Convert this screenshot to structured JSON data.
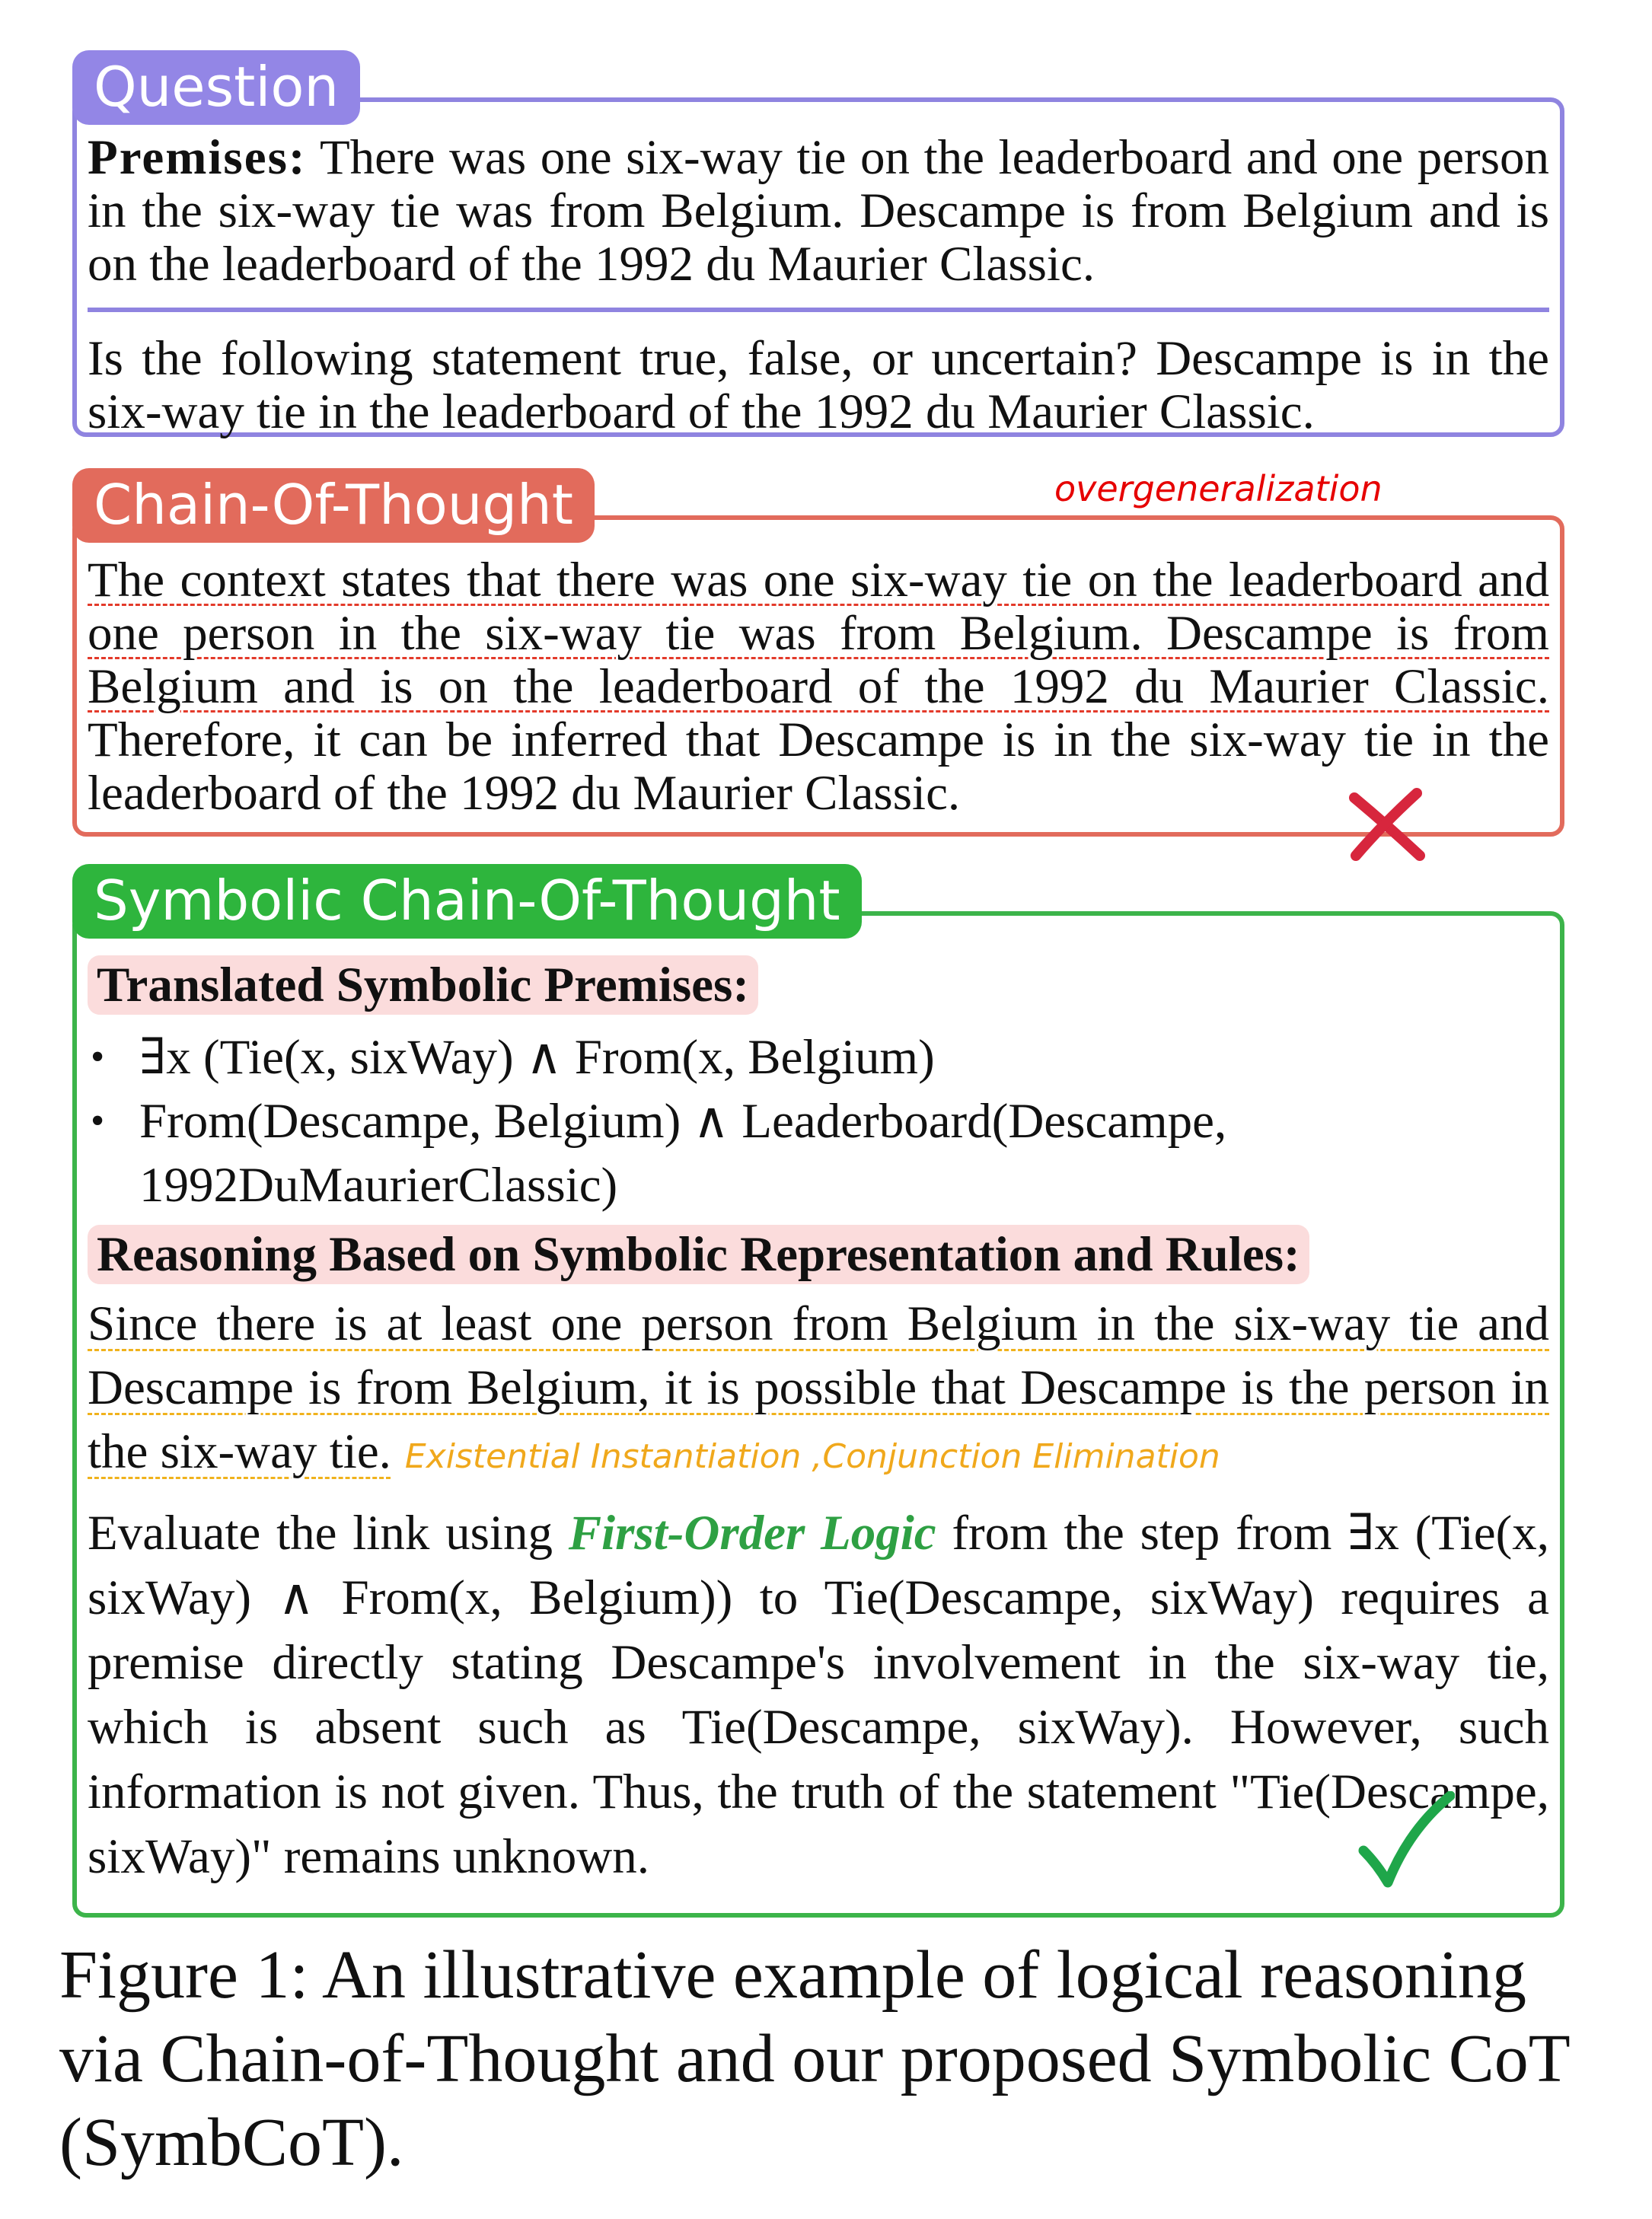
{
  "question": {
    "tag": "Question",
    "premises_label": "Premises:",
    "premises_text": "There was one six-way tie on the leaderboard and one person in the six-way tie was from Belgium. Descampe is from Belgium and is on the leaderboard of the 1992 du Maurier Classic.",
    "query": "Is the following statement true, false, or uncertain? Descampe is in the six-way tie in the leaderboard of the 1992 du Maurier Classic."
  },
  "cot": {
    "tag": "Chain-Of-Thought",
    "annotation": "overgeneralization",
    "underlined_text": "The context states that there was one six-way tie on the leaderboard and one person in the six-way tie was from Belgium. Descampe is from Belgium and is on the leaderboard of the 1992 du Maurier Classic.",
    "rest_text": " Therefore, it can be inferred that Descampe is in the six-way tie in the leaderboard of the 1992 du Maurier Classic.",
    "verdict_icon": "cross-icon",
    "verdict_color": "#d7263d"
  },
  "symbcot": {
    "tag": "Symbolic Chain-Of-Thought",
    "translated_heading": "Translated Symbolic Premises:",
    "premises": [
      "∃x (Tie(x, sixWay) ∧ From(x, Belgium)",
      "From(Descampe, Belgium) ∧ Leaderboard(Descampe, 1992DuMaurierClassic)"
    ],
    "reasoning_heading": "Reasoning Based on Symbolic Representation and Rules:",
    "reasoning_text": "Since there is at least one person from Belgium in the six-way tie and Descampe is from Belgium, it is possible that Descampe is the person in the six-way tie.",
    "reasoning_annotation": "Existential Instantiation ,Conjunction Elimination",
    "evaluate_pre": "Evaluate the link using ",
    "evaluate_logic": "First-Order Logic",
    "evaluate_post": " from the step from ∃x (Tie(x, sixWay) ∧ From(x, Belgium)) to Tie(Descampe, sixWay) requires a premise directly stating Descampe's involvement in the six-way tie, which is absent such as Tie(Descampe, sixWay). However, such information is not given. Thus, the truth of the statement \"Tie(Descampe, sixWay)\" remains unknown.",
    "verdict_icon": "checkmark-icon",
    "verdict_color": "#1fa64a"
  },
  "caption": "Figure 1: An illustrative example of logical reasoning via Chain-of-Thought and our proposed Symbolic CoT (SymbCoT).",
  "colors": {
    "question": "#9386e6",
    "cot": "#e26b5c",
    "symbcot": "#2eb53d",
    "highlight": "#fbdcdc",
    "annotation_red": "#e60000",
    "annotation_yellow": "#f0a81c"
  }
}
